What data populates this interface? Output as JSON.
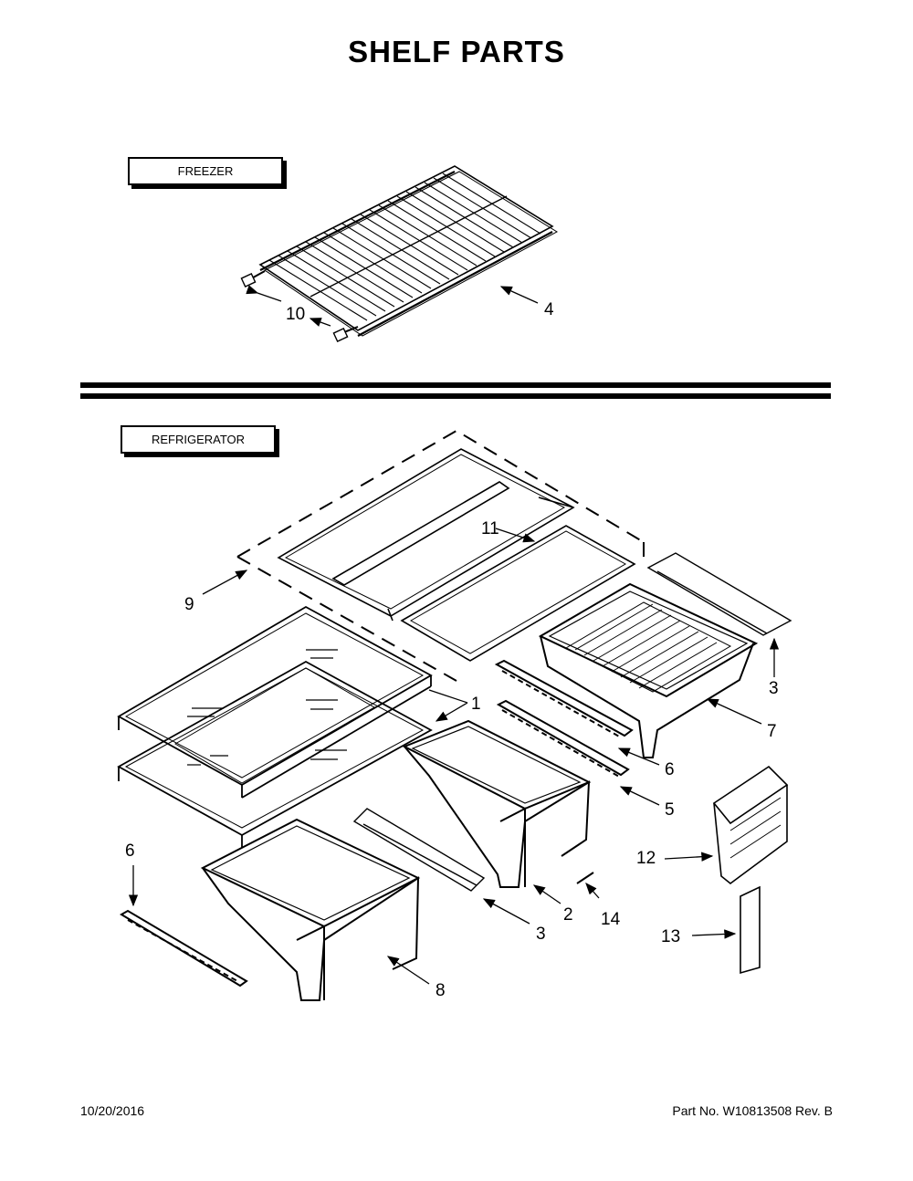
{
  "title": "SHELF PARTS",
  "sections": {
    "freezer": "FREEZER",
    "refrigerator": "REFRIGERATOR"
  },
  "callouts": {
    "c1": "1",
    "c2": "2",
    "c3a": "3",
    "c3b": "3",
    "c4": "4",
    "c5": "5",
    "c6a": "6",
    "c6b": "6",
    "c7": "7",
    "c8": "8",
    "c9": "9",
    "c10": "10",
    "c11": "11",
    "c12": "12",
    "c13": "13",
    "c14": "14"
  },
  "footer": {
    "date": "10/20/2016",
    "part_no": "Part No.  W10813508  Rev.  B"
  }
}
